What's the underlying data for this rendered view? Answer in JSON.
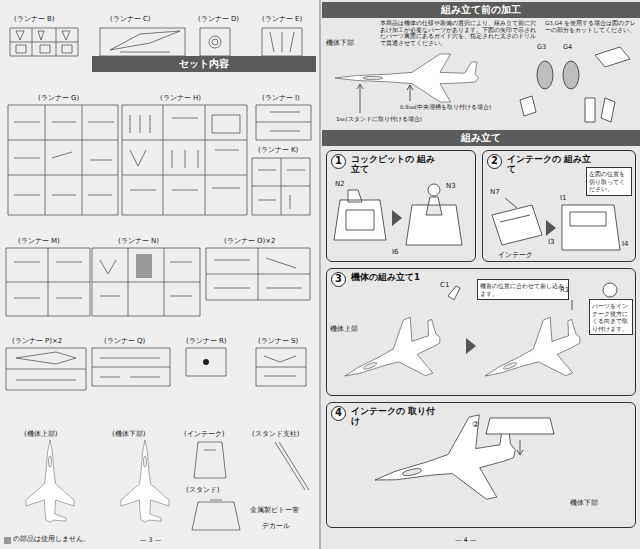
{
  "diagram": {
    "nodes": [
      {
        "text": [
          "セット内容"
        ]
      },
      {
        "text": [
          "組み立て前の加工"
        ]
      },
      {
        "text": [
          "組み立て"
        ]
      },
      {
        "text": [
          "1",
          "コックピットの 組み立て"
        ]
      },
      {
        "text": [
          "2",
          "インテークの 組み立て"
        ]
      },
      {
        "text": [
          "左図の位置を切り取ってください。"
        ],
        "in": 4
      },
      {
        "text": [
          "3",
          "機体の組み立て1"
        ]
      },
      {
        "text": [
          "機首の位置に合わせて差し込みます。"
        ],
        "in": 6
      },
      {
        "text": [
          "パーツをインテーク後方にくる向きで取り付けます。"
        ],
        "in": 6
      },
      {
        "text": [
          "4",
          "インテークの 取り付け"
        ]
      }
    ],
    "labels": [
      "(ランナー B)",
      "(ランナー C)",
      "(ランナー D)",
      "(ランナー E)",
      "(ランナー G)",
      "(ランナー H)",
      "(ランナー I)",
      "(ランナー K)",
      "(ランナー M)",
      "(ランナー N)",
      "(ランナー O)×2",
      "(ランナー P)×2",
      "(ランナー Q)",
      "(ランナー R)",
      "(ランナー S)",
      "(機体上部)",
      "(機体下部)",
      "(インテーク)",
      "(スタンド支柱)",
      "(スタンド)",
      "金属製ピトー管",
      "デカール",
      "の部品は使用しません。",
      "— 3 —",
      "本商品は機体の仕様や装備の選択により、組み立て前に穴あけ加工が必要なパーツがあります。下図の矢印で示されたパーツ裏面にあるガイド穴を、指定された太さのドリルで貫通させてください。",
      "G3,G4 を使用する場合は図のグレーの部分をカットしてください。",
      "機体下部",
      "0.8㎜(中央増槽を取り付ける場合)",
      "1㎜(スタンドに取り付ける場合)",
      "G3",
      "G4",
      "N2",
      "N3",
      "I6",
      "N7",
      "I1",
      "I3",
      "インテーク",
      "I4",
      "C1",
      "機体上部",
      "R1",
      "②",
      "機体下部",
      "— 4 —"
    ]
  }
}
